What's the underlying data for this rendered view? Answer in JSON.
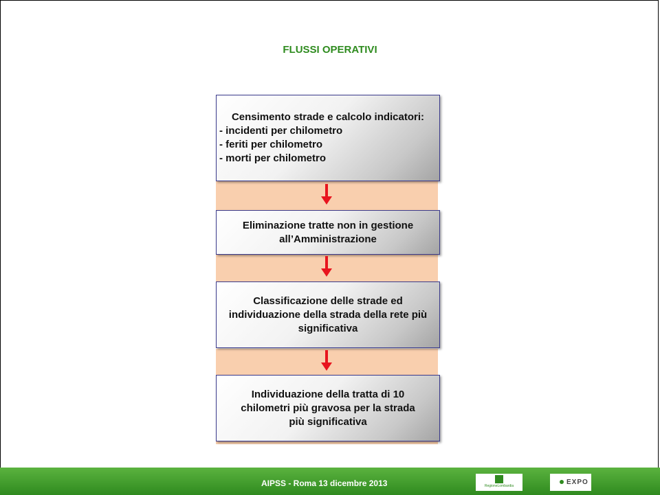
{
  "title": "FLUSSI OPERATIVI",
  "steps": [
    {
      "heading": "Censimento strade e calcolo indicatori:",
      "bullets": [
        "- incidenti per chilometro",
        "- feriti per chilometro",
        "- morti per chilometro"
      ]
    },
    {
      "text": "Eliminazione tratte non in gestione all’Amministrazione"
    },
    {
      "text": "Classificazione delle strade ed individuazione della strada della rete più significativa"
    },
    {
      "text": "Individuazione della tratta di 10 chilometri più gravosa per la strada più significativa"
    }
  ],
  "footer": {
    "text": "AIPSS - Roma 13 dicembre 2013",
    "logo_left": "RegioneLombardia",
    "logo_right": "EXPO"
  },
  "colors": {
    "title": "#2e8b1e",
    "band": "#f9cfae",
    "arrow": "#e8141e",
    "border": "#3a3a8c",
    "footer": "#3c9a28"
  }
}
